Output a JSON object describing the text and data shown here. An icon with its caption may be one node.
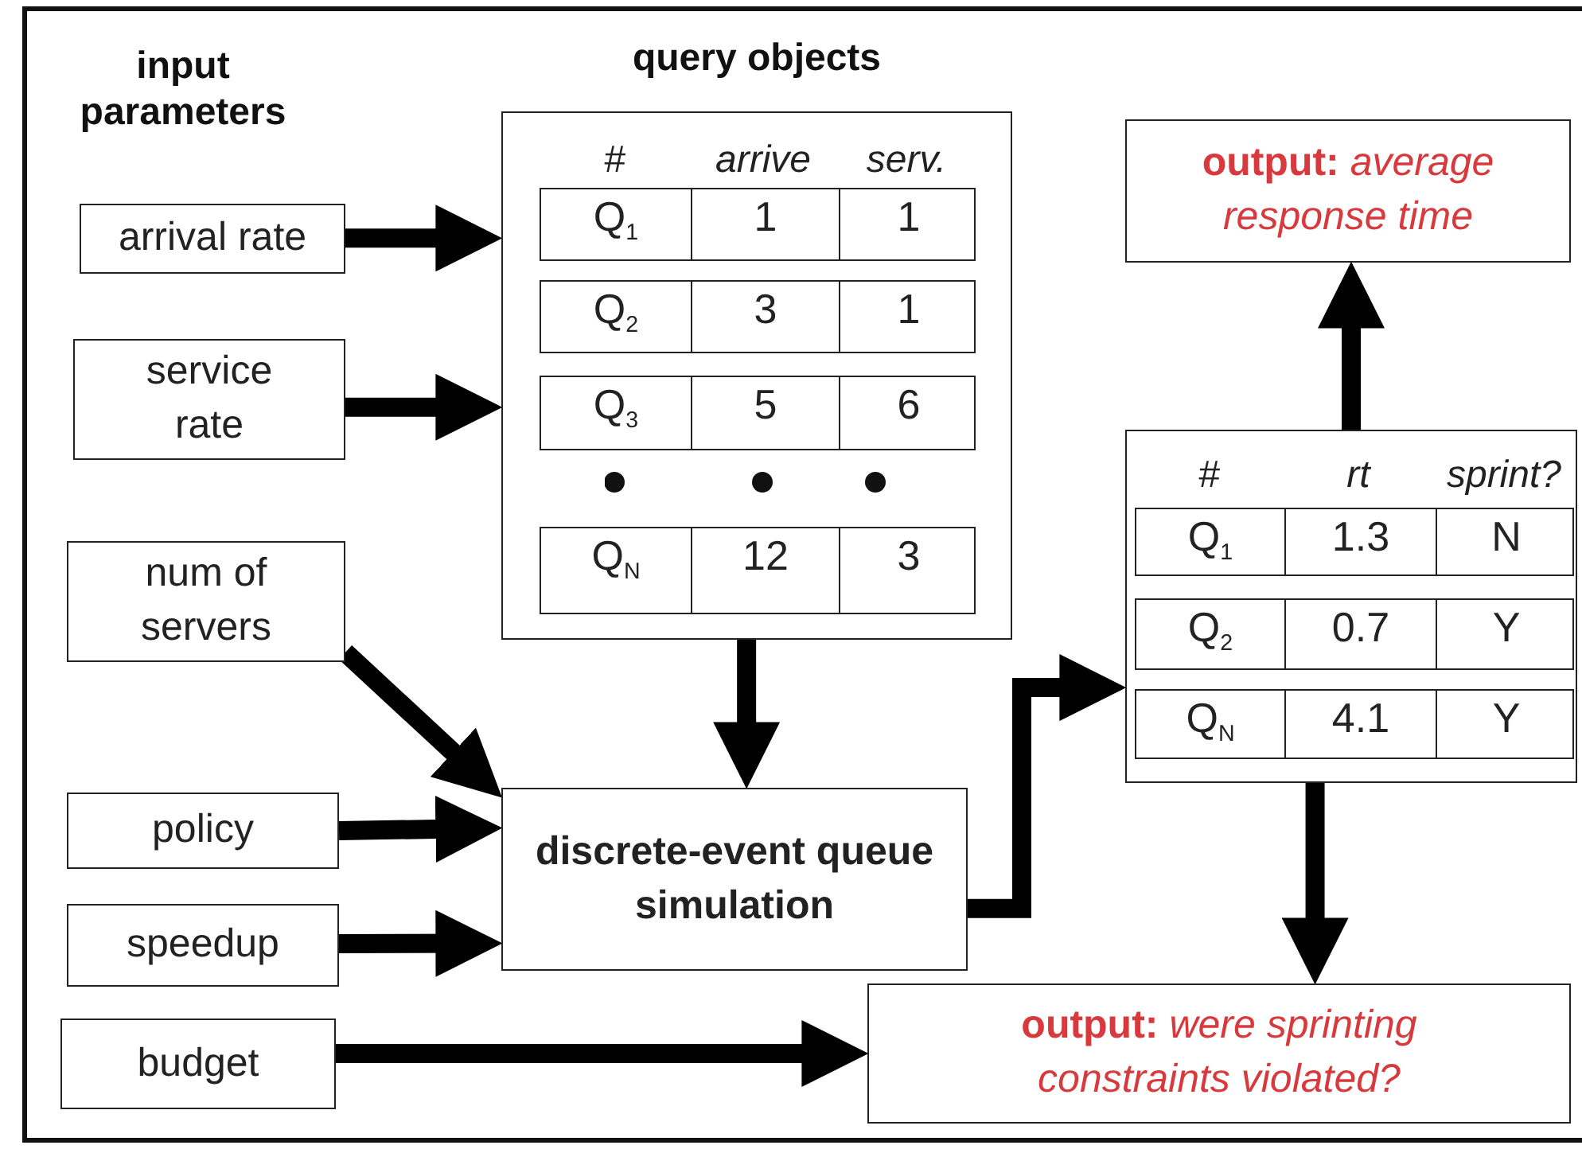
{
  "diagram": {
    "nodes": [
      {
        "text": [
          "arrival rate"
        ]
      },
      {
        "text": [
          "service rate"
        ]
      },
      {
        "text": [
          "num of servers"
        ]
      },
      {
        "text": [
          "policy"
        ]
      },
      {
        "text": [
          "speedup"
        ]
      },
      {
        "text": [
          "budget"
        ]
      },
      {
        "text": [
          "query objects",
          "#",
          "arrive",
          "serv."
        ]
      },
      {
        "text": [
          "Q$_{1}$",
          "1",
          "1"
        ],
        "in": 6
      },
      {
        "text": [
          "Q$_{2}$",
          "3",
          "1"
        ],
        "in": 6
      },
      {
        "text": [
          "Q$_{3}$",
          "5",
          "6"
        ],
        "in": 6
      },
      {
        "text": [
          "Q$_{N}$",
          "12",
          "3"
        ],
        "in": 6
      },
      {
        "text": [
          "discrete-event queue simulation"
        ]
      },
      {
        "text": [
          "#",
          "rt",
          "sprint?"
        ]
      },
      {
        "text": [
          "Q$_{1}$",
          "1.3",
          "N"
        ],
        "in": 12
      },
      {
        "text": [
          "Q$_{2}$",
          "0.7",
          "Y"
        ],
        "in": 12
      },
      {
        "text": [
          "Q$_{N}$",
          "4.1",
          "Y"
        ],
        "in": 12
      },
      {
        "text": [
          "**output:** *average response time*"
        ]
      },
      {
        "text": [
          "**output:** *were sprinting constraints violated?*"
        ]
      }
    ],
    "edges": [
      {
        "from": 0,
        "to": 6,
        "arrow": "to"
      },
      {
        "from": 1,
        "to": 6,
        "arrow": "to"
      },
      {
        "from": 2,
        "to": 11,
        "arrow": "to"
      },
      {
        "from": 3,
        "to": 11,
        "arrow": "to"
      },
      {
        "from": 4,
        "to": 11,
        "arrow": "to"
      },
      {
        "from": 6,
        "to": 11,
        "arrow": "to"
      },
      {
        "from": 11,
        "to": 12,
        "arrow": "to"
      },
      {
        "from": 12,
        "to": 16,
        "arrow": "to"
      },
      {
        "from": 12,
        "to": 17,
        "arrow": "to"
      },
      {
        "from": 5,
        "to": 17,
        "arrow": "to"
      }
    ],
    "labels": [
      "input parameters"
    ]
  }
}
